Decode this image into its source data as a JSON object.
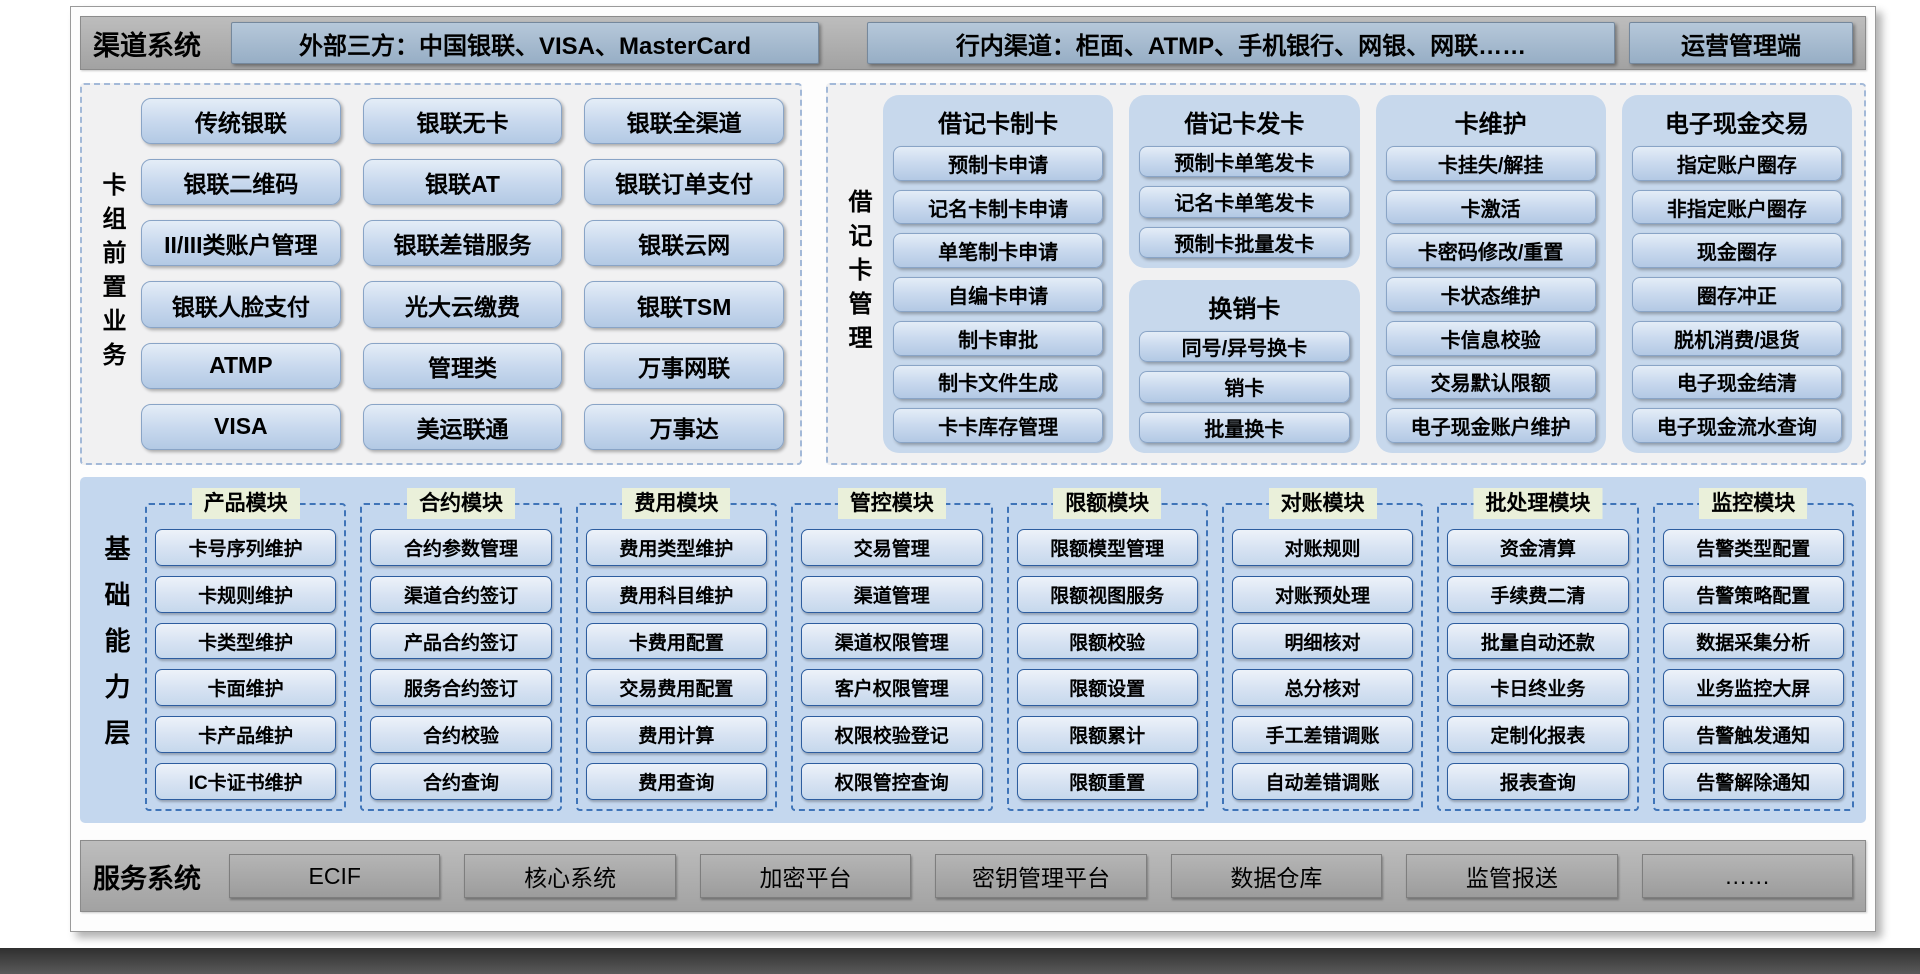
{
  "channel_bar": {
    "label": "渠道系统",
    "external": "外部三方：中国银联、VISA、MasterCard",
    "internal": "行内渠道：柜面、ATMP、手机银行、网银、网联……",
    "ops": "运营管理端"
  },
  "card_front": {
    "label": "卡组前置业务",
    "items": [
      "传统银联",
      "银联无卡",
      "银联全渠道",
      "银联二维码",
      "银联AT",
      "银联订单支付",
      "II/III类账户管理",
      "银联差错服务",
      "银联云网",
      "银联人脸支付",
      "光大云缴费",
      "银联TSM",
      "ATMP",
      "管理类",
      "万事网联",
      "VISA",
      "美运联通",
      "万事达"
    ]
  },
  "debit_card": {
    "label": "借记卡管理",
    "groups": {
      "making": {
        "title": "借记卡制卡",
        "items": [
          "预制卡申请",
          "记名卡制卡申请",
          "单笔制卡申请",
          "自编卡申请",
          "制卡审批",
          "制卡文件生成",
          "卡卡库存管理"
        ]
      },
      "issuing": {
        "title": "借记卡发卡",
        "items": [
          "预制卡单笔发卡",
          "记名卡单笔发卡",
          "预制卡批量发卡"
        ]
      },
      "swap": {
        "title": "换销卡",
        "items": [
          "同号/异号换卡",
          "销卡",
          "批量换卡"
        ]
      },
      "maintain": {
        "title": "卡维护",
        "items": [
          "卡挂失/解挂",
          "卡激活",
          "卡密码修改/重置",
          "卡状态维护",
          "卡信息校验",
          "交易默认限额",
          "电子现金账户维护"
        ]
      },
      "ecash": {
        "title": "电子现金交易",
        "items": [
          "指定账户圈存",
          "非指定账户圈存",
          "现金圈存",
          "圈存冲正",
          "脱机消费/退货",
          "电子现金结清",
          "电子现金流水查询"
        ]
      }
    }
  },
  "basic_layer": {
    "label": "基础能力层",
    "modules": [
      {
        "title": "产品模块",
        "items": [
          "卡号序列维护",
          "卡规则维护",
          "卡类型维护",
          "卡面维护",
          "卡产品维护",
          "IC卡证书维护"
        ]
      },
      {
        "title": "合约模块",
        "items": [
          "合约参数管理",
          "渠道合约签订",
          "产品合约签订",
          "服务合约签订",
          "合约校验",
          "合约查询"
        ]
      },
      {
        "title": "费用模块",
        "items": [
          "费用类型维护",
          "费用科目维护",
          "卡费用配置",
          "交易费用配置",
          "费用计算",
          "费用查询"
        ]
      },
      {
        "title": "管控模块",
        "items": [
          "交易管理",
          "渠道管理",
          "渠道权限管理",
          "客户权限管理",
          "权限校验登记",
          "权限管控查询"
        ]
      },
      {
        "title": "限额模块",
        "items": [
          "限额模型管理",
          "限额视图服务",
          "限额校验",
          "限额设置",
          "限额累计",
          "限额重置"
        ]
      },
      {
        "title": "对账模块",
        "items": [
          "对账规则",
          "对账预处理",
          "明细核对",
          "总分核对",
          "手工差错调账",
          "自动差错调账"
        ]
      },
      {
        "title": "批处理模块",
        "items": [
          "资金清算",
          "手续费二清",
          "批量自动还款",
          "卡日终业务",
          "定制化报表",
          "报表查询"
        ]
      },
      {
        "title": "监控模块",
        "items": [
          "告警类型配置",
          "告警策略配置",
          "数据采集分析",
          "业务监控大屏",
          "告警触发通知",
          "告警解除通知"
        ]
      }
    ]
  },
  "service_bar": {
    "label": "服务系统",
    "items": [
      "ECIF",
      "核心系统",
      "加密平台",
      "密钥管理平台",
      "数据仓库",
      "监管报送",
      "……"
    ]
  },
  "colors": {
    "bar_background": "#ababab",
    "bar_button": "#a3b9cd",
    "glossy_button_blue": "#c7d9ed",
    "dashed_border_light": "#a3b9d8",
    "debit_group_background": "#c7d8ec",
    "basic_layer_background": "#c4d7ee",
    "module_border": "#3f74b8",
    "module_title_background": "#eaf0da",
    "module_button_border": "#2d5d9f",
    "service_button": "#a6a6a6",
    "bottom_strip": "#3f3f3f"
  }
}
